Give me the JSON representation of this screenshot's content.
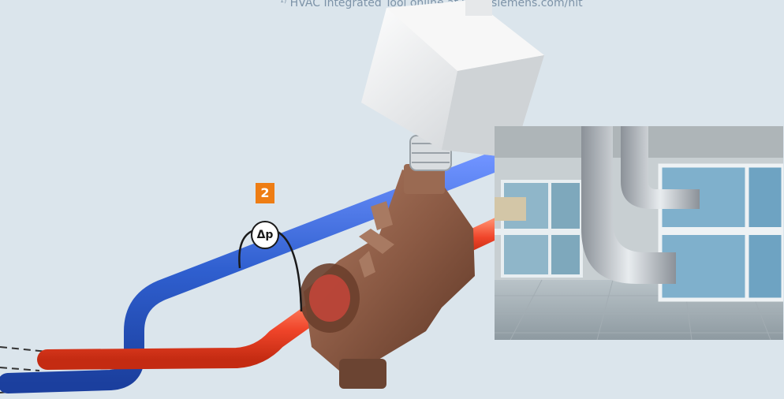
{
  "footnote": {
    "marker": "1)",
    "text": "HVAC Integrated Tool online at www.siemens.com/hit"
  },
  "diagram": {
    "step_marker": "2",
    "pressure_symbol": "Δp"
  },
  "colors": {
    "background": "#dbe5ec",
    "supply_pipe": "#f0452a",
    "return_pipe": "#2f5fcf",
    "valve_body": "#8b5a44",
    "actuator": "#f2f2f2",
    "marker": "#ee7d14"
  },
  "icons": [
    "valve-icon",
    "actuator-icon",
    "pressure-gauge-icon"
  ]
}
